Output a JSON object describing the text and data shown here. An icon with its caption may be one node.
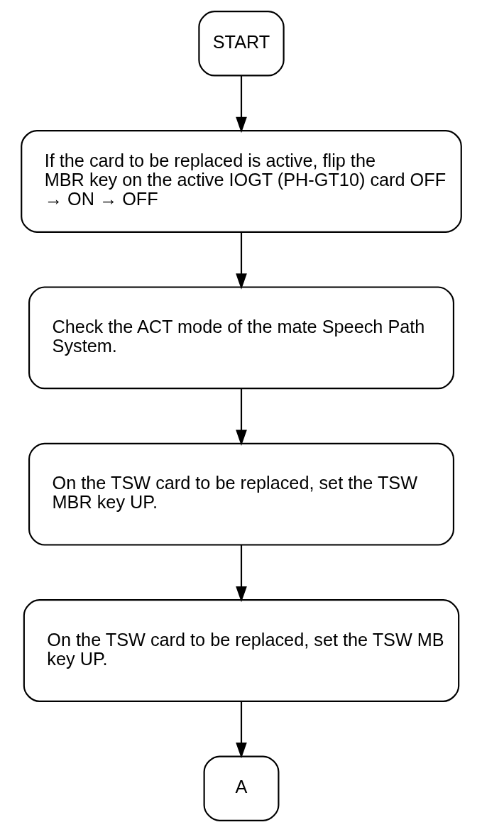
{
  "diagram": {
    "nodes": [
      {
        "text": [
          "START"
        ]
      },
      {
        "text": [
          "If the card to be replaced is active, flip the MBR key on the active IOGT (PH-GT10) card OFF → ON → OFF"
        ]
      },
      {
        "text": [
          "Check the ACT mode of the mate Speech Path System."
        ]
      },
      {
        "text": [
          "On the TSW card to be replaced, set the TSW MBR key UP."
        ]
      },
      {
        "text": [
          "On the TSW card to be replaced, set the TSW MB key UP."
        ]
      },
      {
        "text": [
          "A"
        ]
      }
    ],
    "edges": [
      {
        "from": 0,
        "to": 1,
        "arrow": "to"
      },
      {
        "from": 1,
        "to": 2,
        "arrow": "to"
      },
      {
        "from": 2,
        "to": 3,
        "arrow": "to"
      },
      {
        "from": 3,
        "to": 4,
        "arrow": "to"
      },
      {
        "from": 4,
        "to": 5,
        "arrow": "to"
      }
    ]
  }
}
